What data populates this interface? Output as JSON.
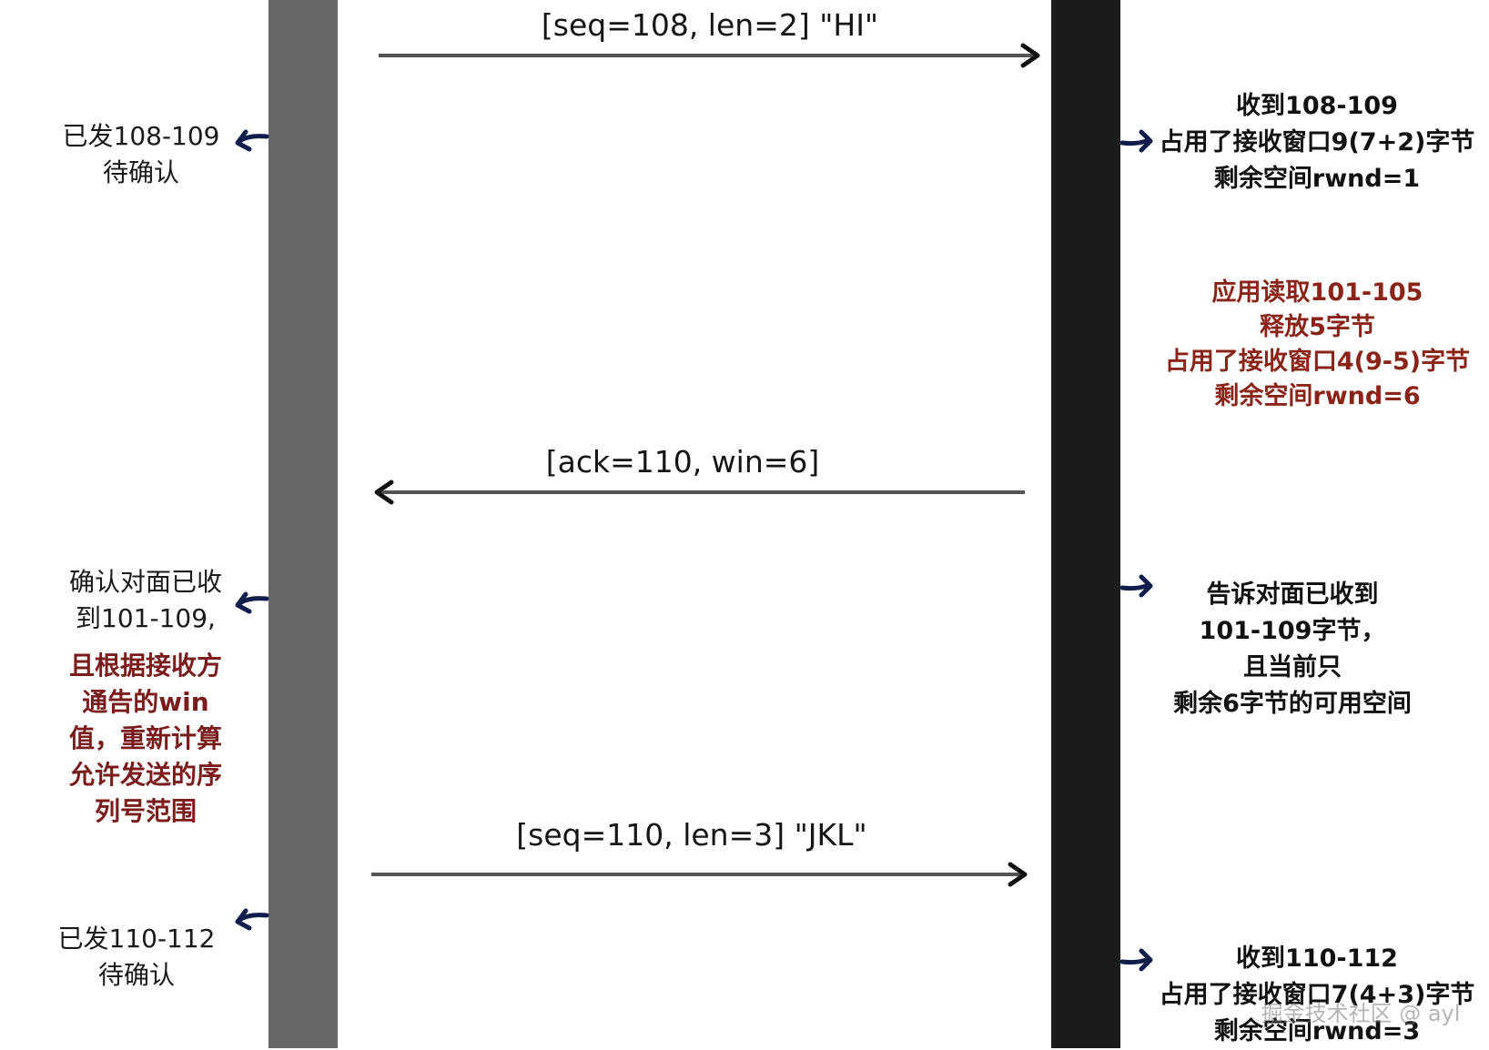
{
  "colors": {
    "sender_bar": "#666666",
    "receiver_bar": "#1b1b1b",
    "message_line": "#555555",
    "pointer_arrow": "#0f1d4a",
    "highlight_text": "#7a1c1c"
  },
  "messages": {
    "m1": "[seq=108, len=2] \"HI\"",
    "m2": "[ack=110, win=6]",
    "m3": "[seq=110, len=3] \"JKL\""
  },
  "sender_notes": {
    "n1": [
      "已发108-109",
      "待确认"
    ],
    "n2": [
      "确认对面已收",
      "到101-109,"
    ],
    "n2_highlight": [
      "且根据接收方",
      "通告的win",
      "值，重新计算",
      "允许发送的序",
      "列号范围"
    ],
    "n3": [
      "已发110-112",
      "待确认"
    ]
  },
  "receiver_notes": {
    "r1": [
      "收到108-109",
      "占用了接收窗口9(7+2)字节",
      "剩余空间rwnd=1"
    ],
    "r2_highlight": [
      "应用读取101-105",
      "释放5字节",
      "占用了接收窗口4(9-5)字节",
      "剩余空间rwnd=6"
    ],
    "r3": [
      "告诉对面已收到",
      "101-109字节，",
      "且当前只",
      "剩余6字节的可用空间"
    ],
    "r4": [
      "收到110-112",
      "占用了接收窗口7(4+3)字节",
      "剩余空间rwnd=3"
    ]
  },
  "watermark": "掘金技术社区 @ ayl"
}
